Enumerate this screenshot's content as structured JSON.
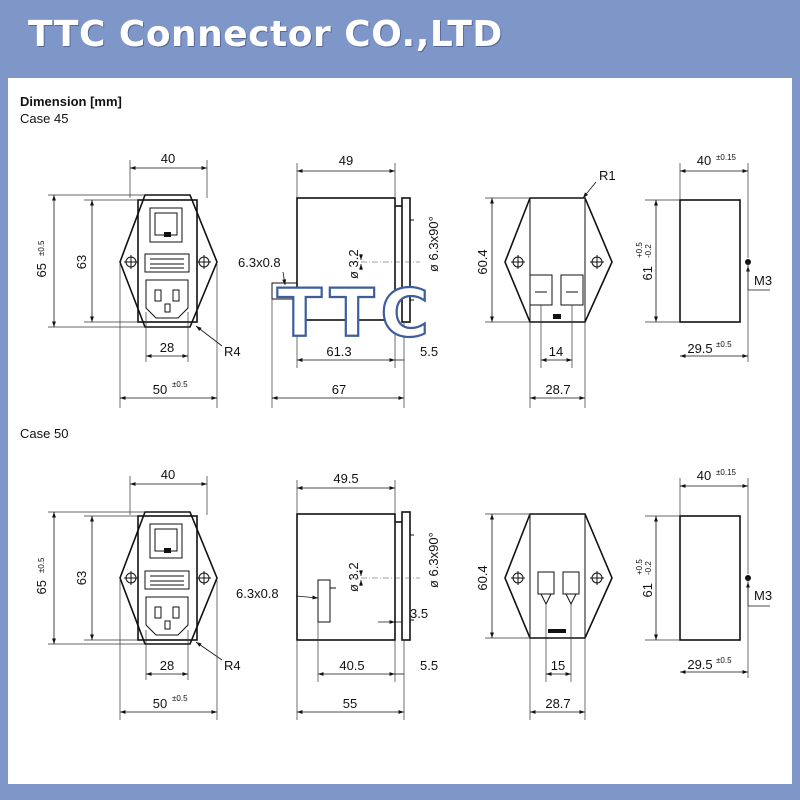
{
  "banner": {
    "title": "TTC Connector CO.,LTD"
  },
  "heading": {
    "title": "Dimension [mm]"
  },
  "watermark": {
    "text": "TTC"
  },
  "case45": {
    "label": "Case 45",
    "front": {
      "width_top": "40",
      "height_outer": "65",
      "height_outer_tol": "±0.5",
      "height_inner": "63",
      "socket_width": "28",
      "radius": "R4",
      "flange_width": "50",
      "flange_tol": "±0.5"
    },
    "side": {
      "depth_top": "49",
      "blade": "6.3x0.8",
      "hole": "ø 3.2",
      "tab": "ø 6.3x90°",
      "body": "61.3",
      "front_thk": "5.5",
      "total": "67"
    },
    "rear": {
      "radius": "R1",
      "height": "60.4",
      "pitch": "14",
      "width": "28.7"
    },
    "cutout": {
      "width": "40",
      "width_tol": "±0.15",
      "height": "61",
      "height_tol_plus": "+0.5",
      "height_tol_minus": "-0.2",
      "screw": "M3",
      "half": "29.5",
      "half_tol": "±0.5"
    }
  },
  "case50": {
    "label": "Case 50",
    "front": {
      "width_top": "40",
      "height_outer": "65",
      "height_outer_tol": "±0.5",
      "height_inner": "63",
      "socket_width": "28",
      "radius": "R4",
      "flange_width": "50",
      "flange_tol": "±0.5"
    },
    "side": {
      "depth_top": "49.5",
      "blade": "6.3x0.8",
      "hole": "ø 3.2",
      "tab": "ø 6.3x90°",
      "step": "3.5",
      "body": "40.5",
      "front_thk": "5.5",
      "total": "55"
    },
    "rear": {
      "height": "60.4",
      "pitch": "15",
      "width": "28.7"
    },
    "cutout": {
      "width": "40",
      "width_tol": "±0.15",
      "height": "61",
      "height_tol_plus": "+0.5",
      "height_tol_minus": "-0.2",
      "screw": "M3",
      "half": "29.5",
      "half_tol": "±0.5"
    }
  }
}
